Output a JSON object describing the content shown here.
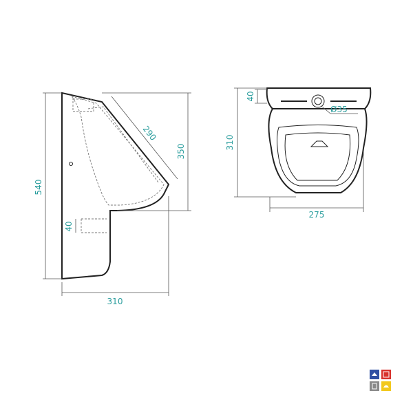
{
  "diagram": {
    "dimensions": {
      "side_height": "540",
      "side_width": "310",
      "side_depth": "350",
      "side_slope": "290",
      "side_outlet": "40",
      "front_height": "310",
      "front_width": "275",
      "front_top": "40",
      "front_inlet": "Ø35"
    },
    "colors": {
      "dimension_text": "#2a9d9d",
      "legend_blue": "#2f4fa3",
      "legend_red": "#d8322d",
      "legend_gray": "#8a8a8a",
      "legend_yellow": "#f2c81e"
    },
    "legend_icons": [
      "blue-tile-icon",
      "red-tile-icon",
      "gray-tile-icon",
      "yellow-tile-icon"
    ]
  }
}
